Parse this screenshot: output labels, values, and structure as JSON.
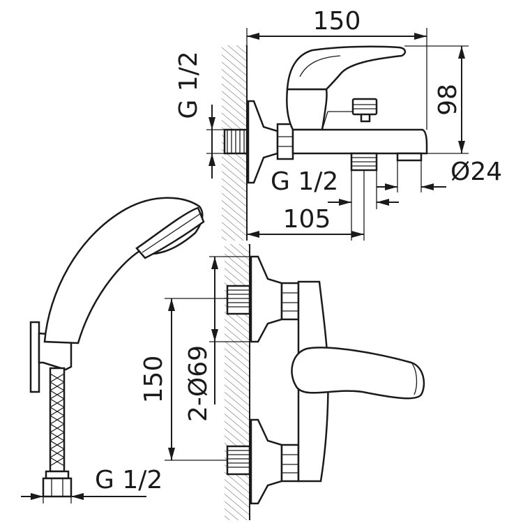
{
  "figure": {
    "dimensions": {
      "overall_width": "150",
      "height": "98",
      "spout_diameter": "Ø24",
      "wall_thread_side": "G 1/2",
      "outlet_thread": "G 1/2",
      "depth_to_outlet": "105",
      "inlet_spacing": "150",
      "rosette_diameter": "2-Ø69",
      "hose_thread": "G 1/2"
    }
  }
}
